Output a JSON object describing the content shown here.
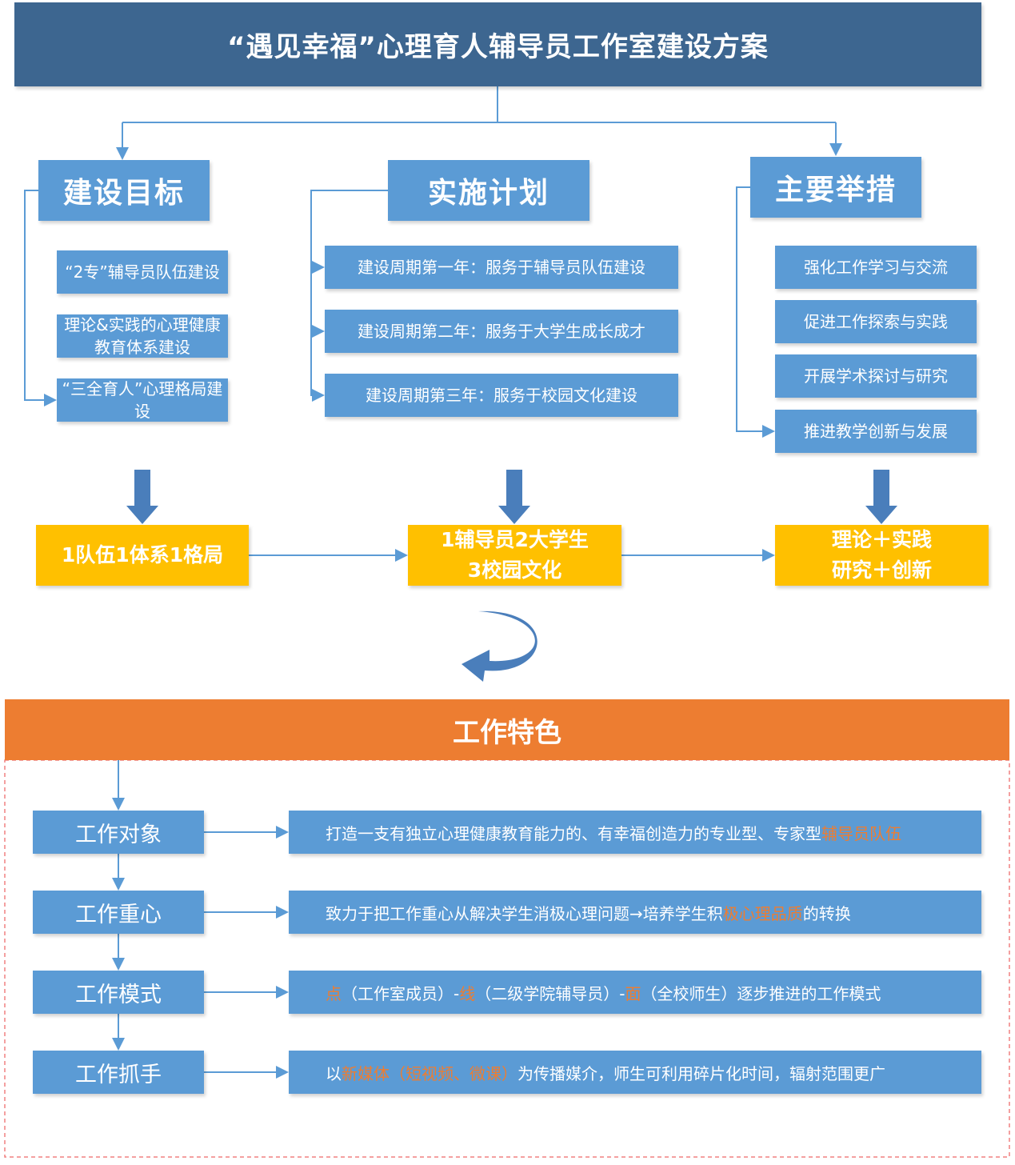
{
  "title": "“遇见幸福”心理育人辅导员工作室建设方案",
  "columns": [
    {
      "heading": "建设目标",
      "items": [
        "“2专”辅导员队伍建设",
        "理论&实践的心理健康教育体系建设",
        "“三全育人”心理格局建设"
      ],
      "result_lines": [
        "1队伍1体系1格局"
      ]
    },
    {
      "heading": "实施计划",
      "items": [
        "建设周期第一年：服务于辅导员队伍建设",
        "建设周期第二年：服务于大学生成长成才",
        "建设周期第三年：服务于校园文化建设"
      ],
      "result_lines": [
        "1辅导员2大学生",
        "3校园文化"
      ]
    },
    {
      "heading": "主要举措",
      "items": [
        "强化工作学习与交流",
        "促进工作探索与实践",
        "开展学术探讨与研究",
        "推进教学创新与发展"
      ],
      "result_lines": [
        "理论＋实践",
        "研究＋创新"
      ]
    }
  ],
  "features": {
    "heading": "工作特色",
    "rows": [
      {
        "label": "工作对象",
        "parts": [
          {
            "t": "打造一支有独立心理健康教育能力的、有幸福创造力的专业型、专家型",
            "hl": false
          },
          {
            "t": "辅导员队伍",
            "hl": true
          }
        ]
      },
      {
        "label": "工作重心",
        "parts": [
          {
            "t": "致力于把工作重心从解决学生消极心理问题→培养学生积",
            "hl": false
          },
          {
            "t": "极心理品质",
            "hl": true
          },
          {
            "t": "的转换",
            "hl": false
          }
        ]
      },
      {
        "label": "工作模式",
        "parts": [
          {
            "t": "点",
            "hl": true
          },
          {
            "t": "（工作室成员）-",
            "hl": false
          },
          {
            "t": "线",
            "hl": true
          },
          {
            "t": "（二级学院辅导员）-",
            "hl": false
          },
          {
            "t": "面",
            "hl": true
          },
          {
            "t": "（全校师生）逐步推进的工作模式",
            "hl": false
          }
        ]
      },
      {
        "label": "工作抓手",
        "parts": [
          {
            "t": "以",
            "hl": false
          },
          {
            "t": "新媒体（短视频、微课）",
            "hl": true
          },
          {
            "t": "为传播媒介，师生可利用碎片化时间，辐射范围更广",
            "hl": false
          }
        ]
      }
    ]
  },
  "colors": {
    "title_bg": "#3D6690",
    "box": "#5B9BD5",
    "result": "#FFC000",
    "feature_header": "#ED7D31",
    "highlight": "#ED7D31"
  }
}
